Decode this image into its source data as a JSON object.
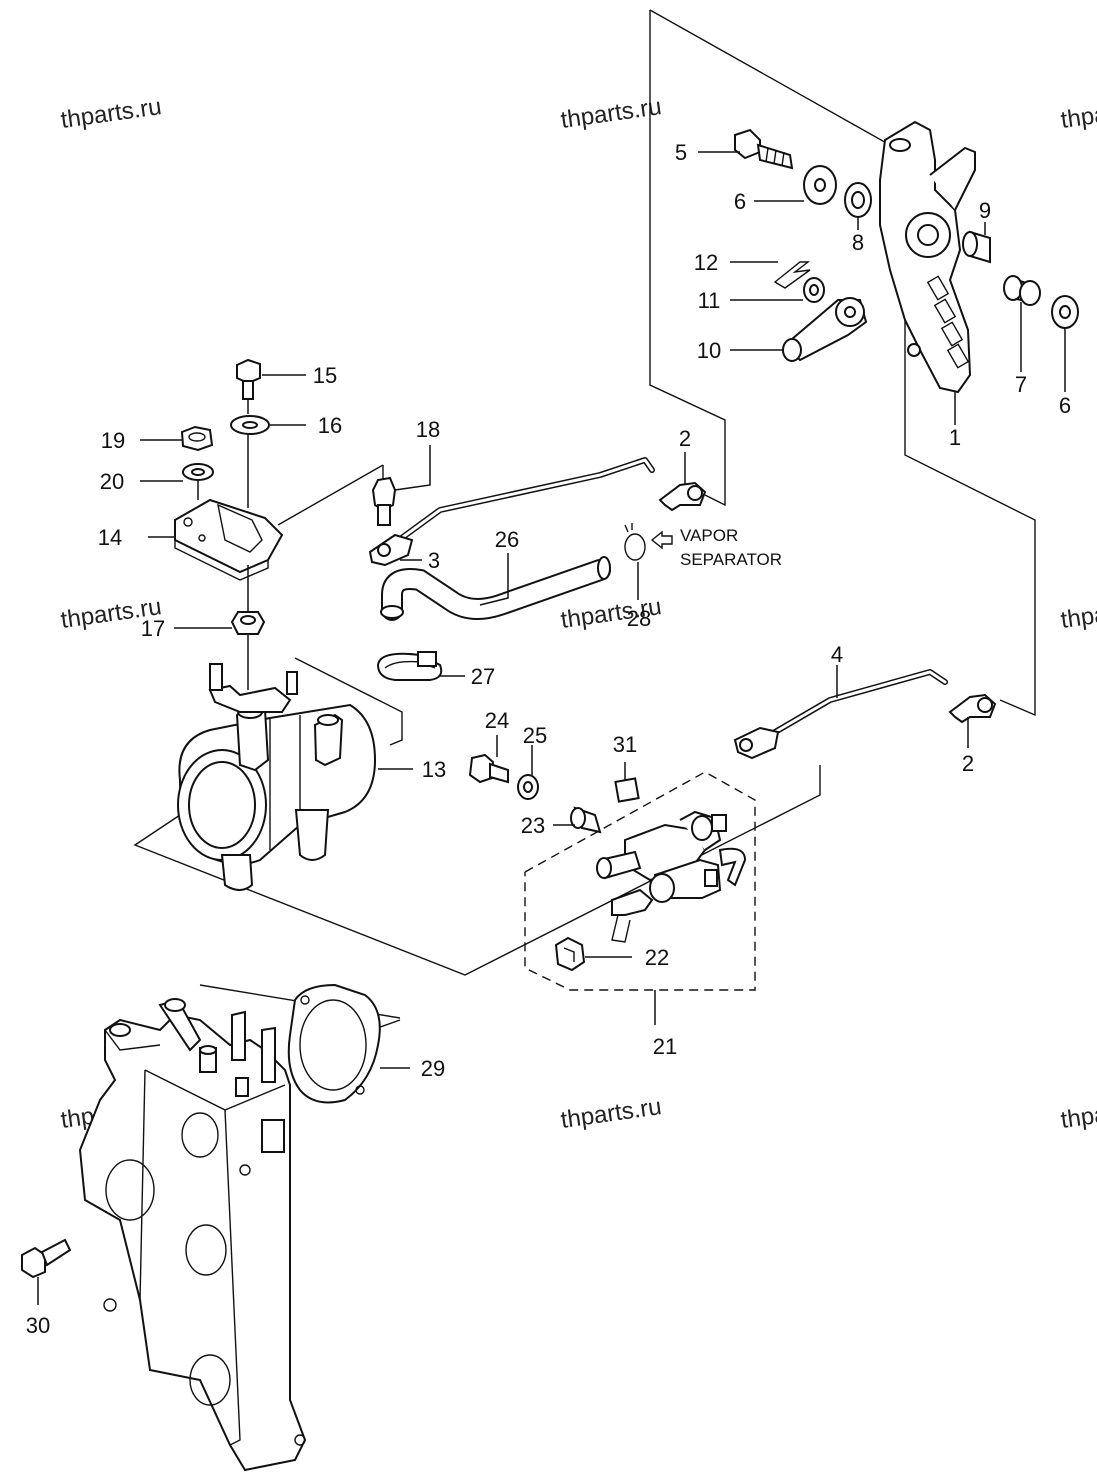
{
  "watermark": "thparts.ru",
  "callouts": {
    "p1": "1",
    "p2a": "2",
    "p2b": "2",
    "p3": "3",
    "p4": "4",
    "p5": "5",
    "p6a": "6",
    "p6b": "6",
    "p7": "7",
    "p8": "8",
    "p9": "9",
    "p10": "10",
    "p11": "11",
    "p12": "12",
    "p13": "13",
    "p14": "14",
    "p15": "15",
    "p16": "16",
    "p17": "17",
    "p18": "18",
    "p19": "19",
    "p20": "20",
    "p21": "21",
    "p22": "22",
    "p23": "23",
    "p24": "24",
    "p25": "25",
    "p26": "26",
    "p27": "27",
    "p28": "28",
    "p29": "29",
    "p30": "30",
    "p31": "31"
  },
  "annotation": {
    "line1": "VAPOR",
    "line2": "SEPARATOR"
  }
}
